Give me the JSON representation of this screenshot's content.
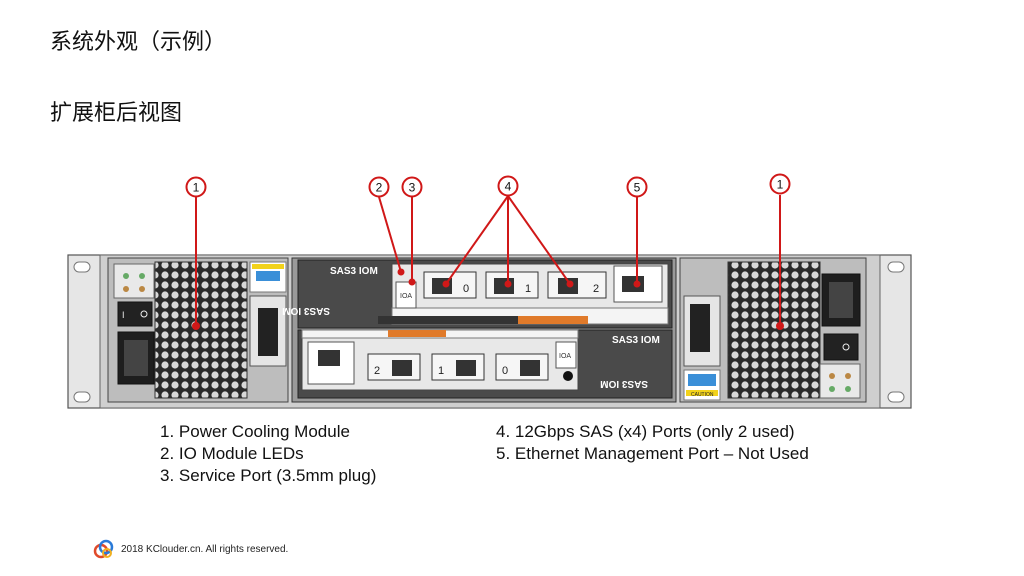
{
  "titles": {
    "main": "系统外观（示例）",
    "sub": "扩展柜后视图"
  },
  "callouts": [
    "1",
    "2",
    "3",
    "4",
    "5",
    "1"
  ],
  "device": {
    "iom_label_top": "SAS3 IOM",
    "iom_label_top_flipped": "SAS3 IOM",
    "iom_label_bottom": "SAS3 IOM",
    "iom_label_bottom_flipped": "SAS3 IOM",
    "ioa_top": "IOA",
    "ioa_bottom": "IOA",
    "port_numbers_top": [
      "0",
      "1",
      "2"
    ],
    "port_numbers_bottom": [
      "2",
      "1",
      "0"
    ],
    "caution_label": "CAUTION",
    "colors": {
      "callout_red": "#d01818",
      "chassis_dark": "#4a4a4a",
      "orange_tab": "#e07a2a",
      "caution_blue": "#3a8fd8",
      "caution_yellow": "#f2d21a"
    }
  },
  "legend": {
    "left": [
      "1. Power Cooling Module",
      "2. IO Module LEDs",
      "3. Service Port (3.5mm plug)"
    ],
    "right": [
      "4. 12Gbps SAS (x4) Ports (only 2 used)",
      "5. Ethernet Management Port – Not Used"
    ]
  },
  "footer": {
    "copyright": "2018 KClouder.cn. All rights reserved.",
    "logo_icon": "kclouder-logo-icon"
  }
}
